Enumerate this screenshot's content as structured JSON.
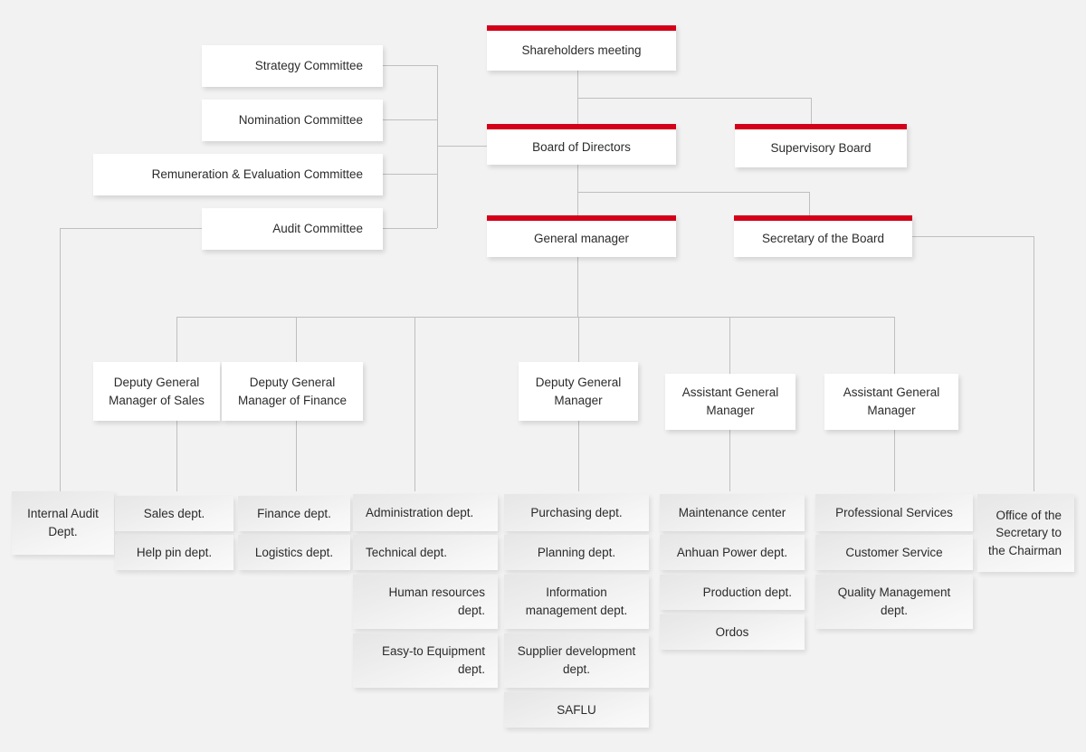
{
  "diagram": {
    "title": "Corporate Governance Organization Chart",
    "background_color": "#f2f2f2",
    "accent_color": "#d4001a",
    "line_color": "#bfbfbf"
  },
  "exec_nodes": [
    {
      "id": "shareholders",
      "label": "Shareholders meeting"
    },
    {
      "id": "board",
      "label": "Board of Directors"
    },
    {
      "id": "supervisory",
      "label": "Supervisory Board"
    },
    {
      "id": "general_mgr",
      "label": "General manager"
    },
    {
      "id": "secretary",
      "label": "Secretary of the Board"
    }
  ],
  "committees": [
    {
      "id": "strategy",
      "label": "Strategy Committee"
    },
    {
      "id": "nomination",
      "label": "Nomination Committee"
    },
    {
      "id": "remuneration",
      "label": "Remuneration & Evaluation Committee"
    },
    {
      "id": "audit",
      "label": "Audit Committee"
    }
  ],
  "managers": [
    {
      "id": "dgm_sales",
      "label": "Deputy General Manager of Sales"
    },
    {
      "id": "dgm_finance",
      "label": "Deputy General Manager of Finance"
    },
    {
      "id": "dgm",
      "label": "Deputy General Manager"
    },
    {
      "id": "agm_1",
      "label": "Assistant General Manager"
    },
    {
      "id": "agm_2",
      "label": "Assistant General Manager"
    }
  ],
  "department_columns": [
    {
      "id": "col_internal_audit",
      "departments": [
        {
          "label": "Internal Audit Dept."
        }
      ]
    },
    {
      "id": "col_sales",
      "departments": [
        {
          "label": "Sales dept."
        },
        {
          "label": "Help pin dept."
        }
      ]
    },
    {
      "id": "col_finance",
      "departments": [
        {
          "label": "Finance dept."
        },
        {
          "label": "Logistics dept."
        }
      ]
    },
    {
      "id": "col_administration",
      "departments": [
        {
          "label": "Administration dept."
        },
        {
          "label": "Technical dept."
        },
        {
          "label": "Human resources dept."
        },
        {
          "label": "Easy-to Equipment dept."
        }
      ]
    },
    {
      "id": "col_purchasing",
      "departments": [
        {
          "label": "Purchasing dept."
        },
        {
          "label": "Planning dept."
        },
        {
          "label": "Information management dept."
        },
        {
          "label": "Supplier development dept."
        },
        {
          "label": "SAFLU"
        }
      ]
    },
    {
      "id": "col_maintenance",
      "departments": [
        {
          "label": "Maintenance center"
        },
        {
          "label": "Anhuan Power dept."
        },
        {
          "label": "Production dept."
        },
        {
          "label": "Ordos"
        }
      ]
    },
    {
      "id": "col_professional",
      "departments": [
        {
          "label": "Professional Services"
        },
        {
          "label": "Customer Service"
        },
        {
          "label": "Quality Management dept."
        }
      ]
    },
    {
      "id": "col_chairman_office",
      "departments": [
        {
          "label": "Office of the Secretary to the Chairman"
        }
      ]
    }
  ]
}
